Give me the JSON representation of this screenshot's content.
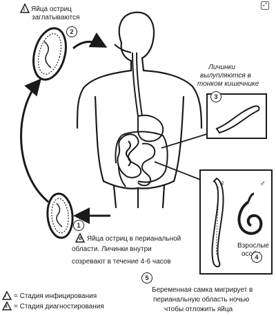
{
  "labels": {
    "step1_title_line1": "Яйца остриц",
    "step1_title_line2": "заглатываются",
    "step3_line1": "Личинки",
    "step3_line2": "вылупляются в",
    "step3_line3": "тонком кишечнике",
    "step_d_line1": "Яйца остриц в перианальной",
    "step_d_line2": "области. Личинки внутри",
    "step_d_line3": "созревают в течение 4-6 часов",
    "adults_line1": "Взрослые",
    "adults_line2": "особи",
    "step5_line1": "Беременная самка мигрирует в",
    "step5_line2": "перианальную область ночью",
    "step5_line3": "чтобы отложить яйца"
  },
  "legend": {
    "infection": "= Стадия инфицирования",
    "diagnosis": "= Стадия диагностирования",
    "infection_symbol": "i",
    "diagnosis_symbol": "d"
  },
  "markers": {
    "m1": "1",
    "m2": "2",
    "m3": "3",
    "m4": "4",
    "m5": "5",
    "female": "♀",
    "male": "♂"
  },
  "corner_icon": "expand-icon",
  "colors": {
    "ink": "#1a1a1a",
    "background": "#ffffff"
  }
}
